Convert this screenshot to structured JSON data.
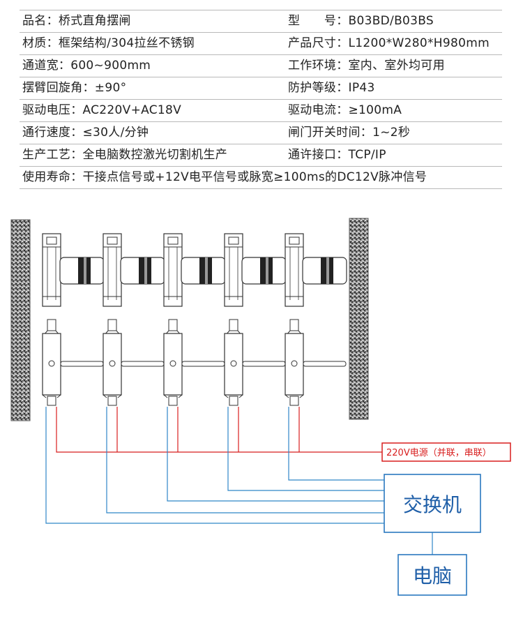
{
  "spec_rows": [
    {
      "left": "品名：桥式直角摆闸",
      "right": "型　　号：B03BD/B03BS"
    },
    {
      "left": "材质：框架结构/304拉丝不锈钢",
      "right": "产品尺寸：L1200*W280*H980mm"
    },
    {
      "left": "通道宽：600~900mm",
      "right": "工作环境：室内、室外均可用"
    },
    {
      "left": "摆臂回旋角：±90°",
      "right": "防护等级：IP43"
    },
    {
      "left": "驱动电压：AC220V+AC18V",
      "right": "驱动电流：≥100mA"
    },
    {
      "left": "通行速度：≤30人/分钟",
      "right": "闸门开关时间：1~2秒"
    },
    {
      "left": "生产工艺：全电脑数控激光切割机生产",
      "right": "通许接口：TCP/IP"
    },
    {
      "full": "使用寿命：干接点信号或+12V电平信号或脉宽≥100ms的DC12V脉冲信号"
    }
  ],
  "diagram": {
    "power_label": "220V电源（并联，串联）",
    "switch_label": "交换机",
    "computer_label": "电脑",
    "gate_count": 5,
    "colors": {
      "power_line": "#d81e1e",
      "signal_line": "#2f86c8",
      "box_border": "#2a78c0",
      "box_text": "#1f5fa8",
      "outline": "#333333"
    }
  }
}
